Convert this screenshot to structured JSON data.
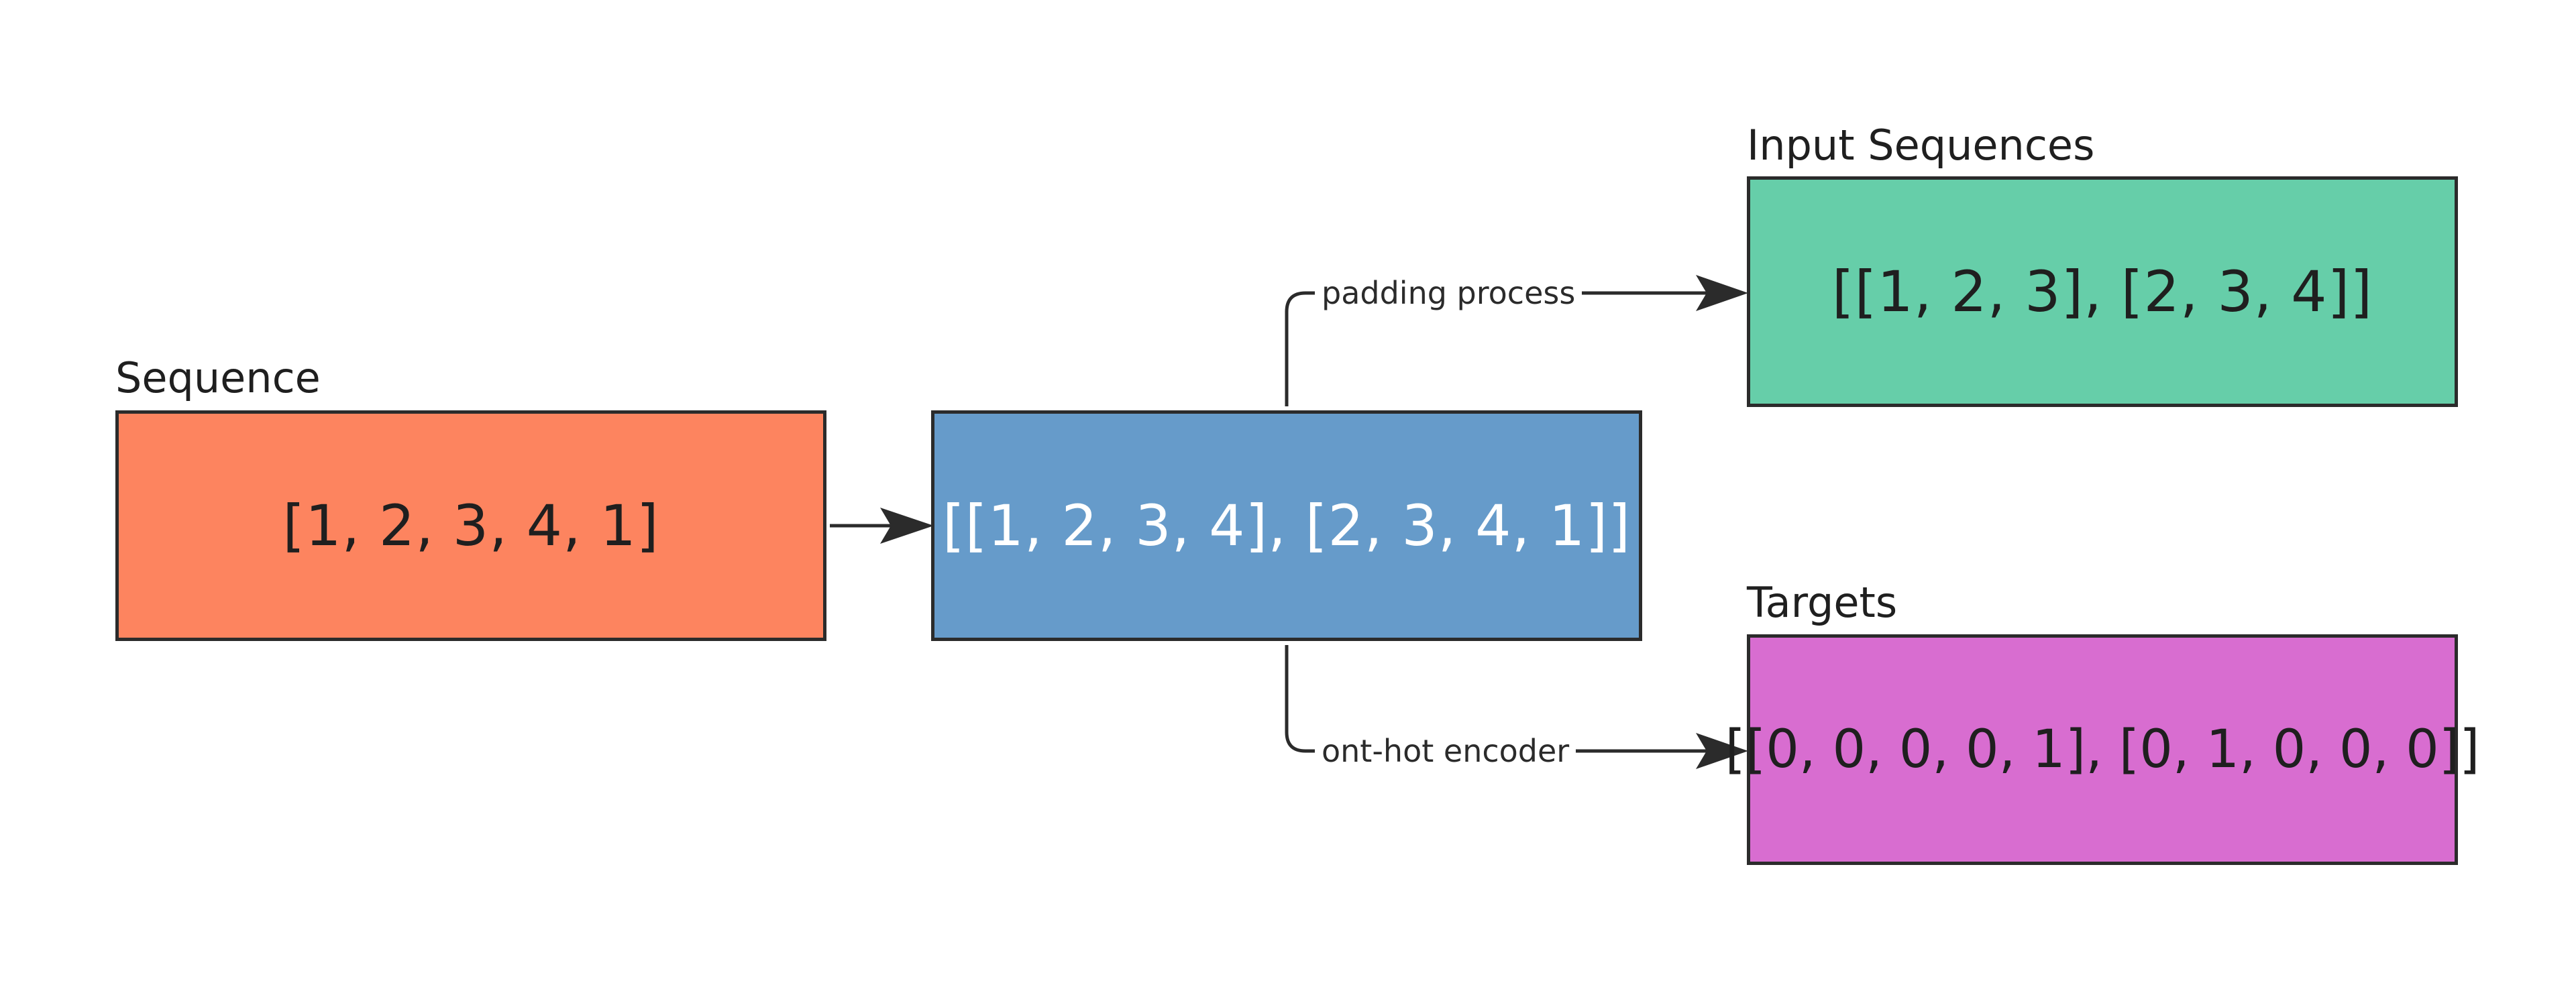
{
  "colors": {
    "sequence_fill": "#fd845f",
    "windows_fill": "#669bca",
    "inputs_fill": "#66cea9",
    "targets_fill": "#d86dd0",
    "stroke": "#2b2b2b",
    "windows_text": "#ffffff",
    "dark_text": "#1f1f1f"
  },
  "nodes": {
    "sequence": {
      "caption": "Sequence",
      "value": "[1, 2, 3, 4, 1]"
    },
    "windows": {
      "value": "[[1, 2, 3, 4], [2, 3, 4, 1]]"
    },
    "inputs": {
      "caption": "Input Sequences",
      "value": "[[1, 2, 3], [2, 3, 4]]"
    },
    "targets": {
      "caption": "Targets",
      "value": "[[0, 0, 0, 0, 1], [0, 1, 0, 0, 0]]"
    }
  },
  "edges": {
    "to_inputs": {
      "label": "padding process"
    },
    "to_targets": {
      "label": "ont-hot encoder"
    }
  }
}
